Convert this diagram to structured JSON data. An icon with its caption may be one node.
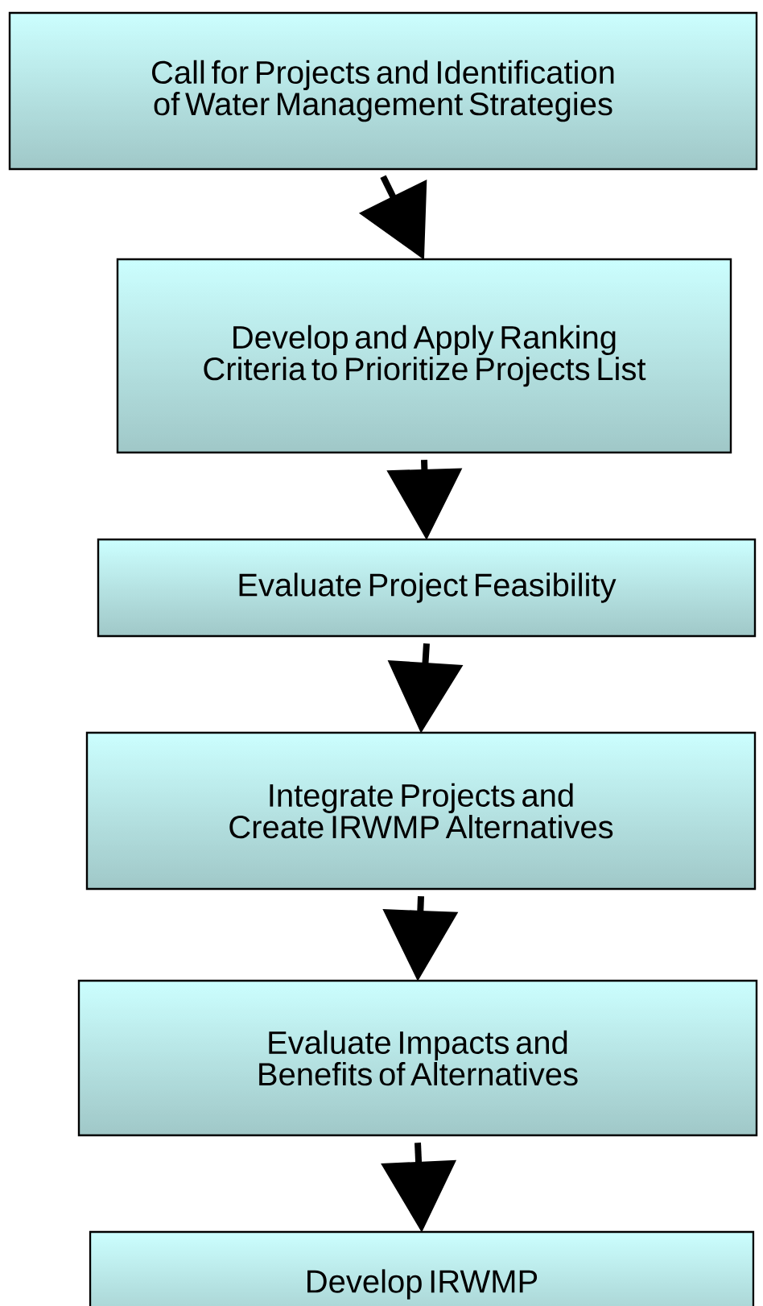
{
  "diagram": {
    "nodes": [
      {
        "text": [
          "Call for Projects and Identification of Water Management Strategies"
        ]
      },
      {
        "text": [
          "Develop and Apply Ranking Criteria to Prioritize Projects List"
        ]
      },
      {
        "text": [
          "Evaluate Project Feasibility"
        ]
      },
      {
        "text": [
          "Integrate Projects and Create IRWMP Alternatives"
        ]
      },
      {
        "text": [
          "Evaluate Impacts and Benefits of Alternatives"
        ]
      },
      {
        "text": [
          "Develop IRWMP"
        ]
      }
    ],
    "edges": [
      {
        "from": 0,
        "to": 1,
        "arrow": "to"
      },
      {
        "from": 1,
        "to": 2,
        "arrow": "to"
      },
      {
        "from": 2,
        "to": 3,
        "arrow": "to"
      },
      {
        "from": 3,
        "to": 4,
        "arrow": "to"
      },
      {
        "from": 4,
        "to": 5,
        "arrow": "to"
      }
    ]
  }
}
